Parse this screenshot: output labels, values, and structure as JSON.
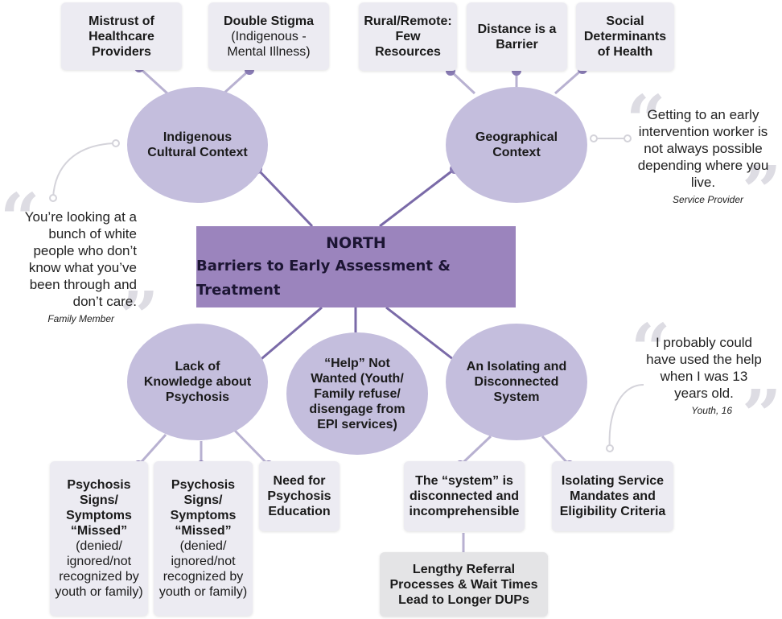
{
  "center": {
    "line1": "NORTH",
    "line2": "Barriers to Early Assessment & Treatment"
  },
  "ellipses": {
    "indigenous": "Indigenous Cultural Context",
    "geographical": "Geographical Context",
    "knowledge": "Lack of Knowledge about Psychosis",
    "help": "“Help” Not Wanted (Youth/ Family refuse/ disengage from EPI services)",
    "isolating": "An Isolating and Disconnected System"
  },
  "boxes": {
    "mistrust": "Mistrust of Healthcare Providers",
    "double_bold": "Double Stigma",
    "double_sub": "(Indigenous - Mental Illness)",
    "rural": "Rural/Remote: Few Resources",
    "distance": "Distance is a Barrier",
    "social": "Social Determinants of Health",
    "missed1_bold": "Psychosis Signs/ Symptoms “Missed”",
    "missed1_sub": "(denied/ ignored/not recognized by youth or family)",
    "missed2_bold": "Psychosis Signs/ Symptoms “Missed”",
    "missed2_sub": "(denied/ ignored/not recognized by youth or family)",
    "education": "Need for Psychosis Education",
    "system": "The “system” is disconnected and incomprehensible",
    "mandates": "Isolating Service Mandates and Eligibility Criteria",
    "referral": "Lengthy Referral Processes & Wait Times Lead to Longer DUPs"
  },
  "quotes": {
    "family": {
      "text": "You’re looking at a bunch of white people who don’t know what you’ve been through and don’t care.",
      "who": "Family Member"
    },
    "provider": {
      "text": "Getting to an early intervention worker is not always possible depending where you live.",
      "who": "Service Provider"
    },
    "youth": {
      "text": "I probably could have used the help when I was 13 years old.",
      "who": "Youth, 16"
    }
  },
  "colors": {
    "ellipse": "#c4bedd",
    "center": "#9b84bd",
    "box": "#ecebf2",
    "connector": "#7a6aa8",
    "dot": "#8a7cb5"
  }
}
